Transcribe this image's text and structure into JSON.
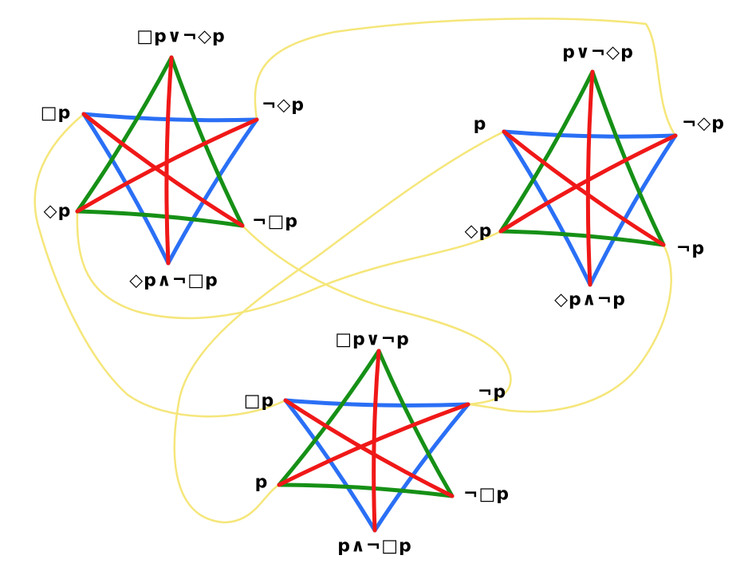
{
  "colors": {
    "triangle_a": "#2a6ff5",
    "triangle_b": "#169016",
    "diagonals": "#f01818",
    "links": "#f5e67a"
  },
  "stars": [
    {
      "labels": {
        "top": "□p∨¬◇p",
        "upper_left": "□p",
        "upper_right": "¬◇p",
        "lower_left": "◇p",
        "lower_right": "¬□p",
        "bottom": "◇p∧¬□p"
      }
    },
    {
      "labels": {
        "top": "p∨¬◇p",
        "upper_left": "p",
        "upper_right": "¬◇p",
        "lower_left": "◇p",
        "lower_right": "¬p",
        "bottom": "◇p∧¬p"
      }
    },
    {
      "labels": {
        "top": "□p∨¬p",
        "upper_left": "□p",
        "upper_right": "¬p",
        "lower_left": "p",
        "lower_right": "¬□p",
        "bottom": "p∧¬□p"
      }
    }
  ]
}
